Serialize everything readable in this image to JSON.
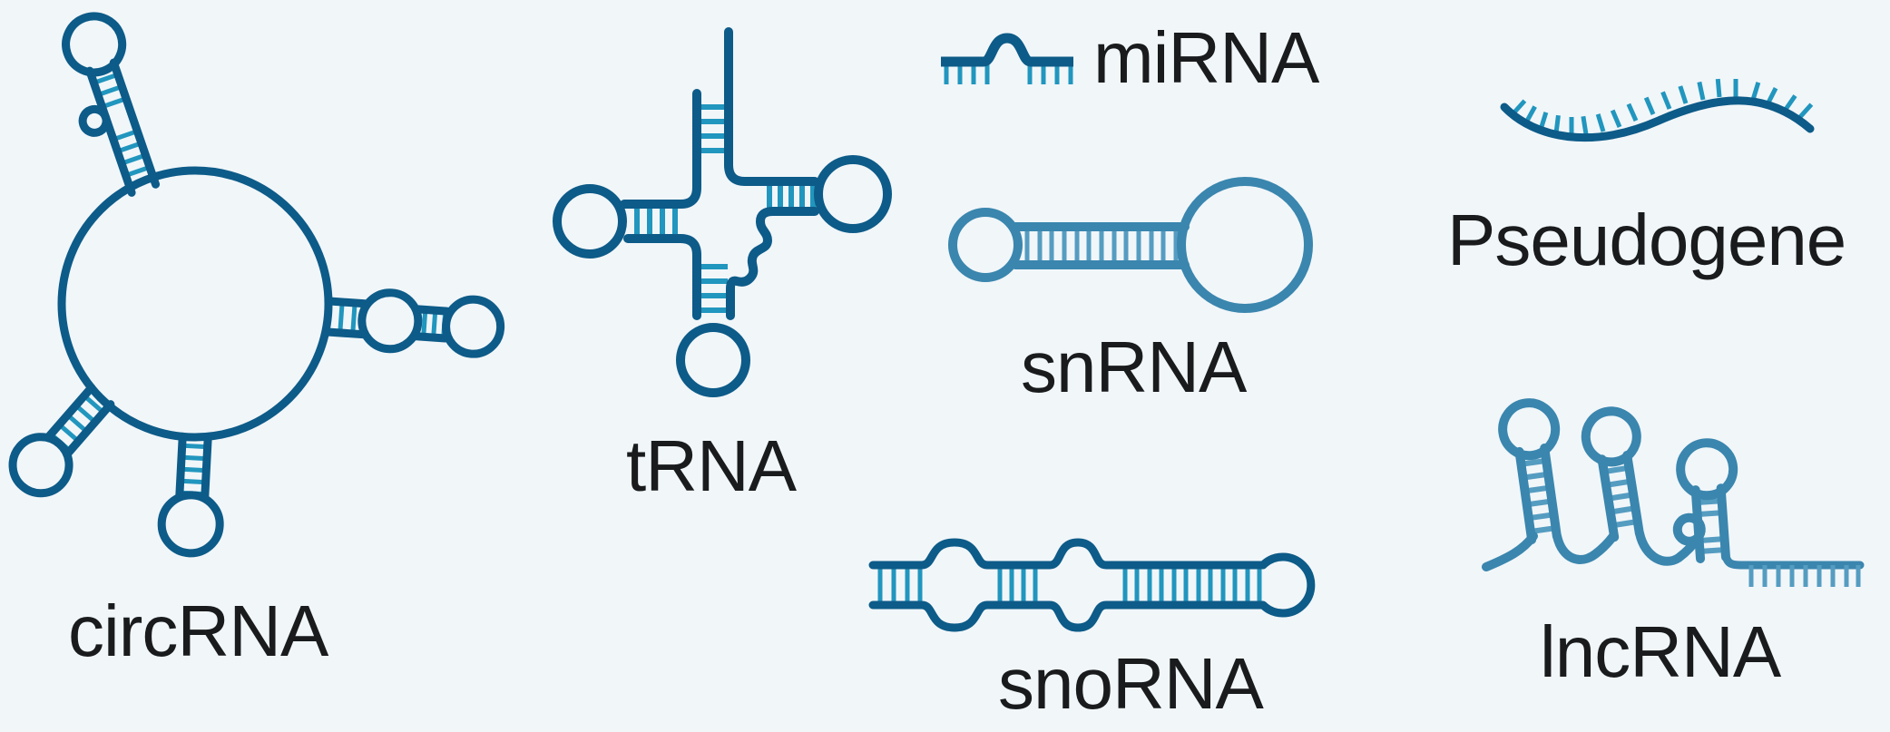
{
  "palette": {
    "background": "#f1f6f9",
    "dark_blue": "#0d5b88",
    "teal": "#2196be",
    "medium_blue": "#3a86ae",
    "medium_blue_light": "#559cc1",
    "label_color": "#191b1d"
  },
  "items": [
    {
      "id": "circRNA",
      "label": "circRNA"
    },
    {
      "id": "tRNA",
      "label": "tRNA"
    },
    {
      "id": "miRNA",
      "label": "miRNA"
    },
    {
      "id": "snRNA",
      "label": "snRNA"
    },
    {
      "id": "Pseudogene",
      "label": "Pseudogene"
    },
    {
      "id": "snoRNA",
      "label": "snoRNA"
    },
    {
      "id": "lncRNA",
      "label": "lncRNA"
    }
  ]
}
